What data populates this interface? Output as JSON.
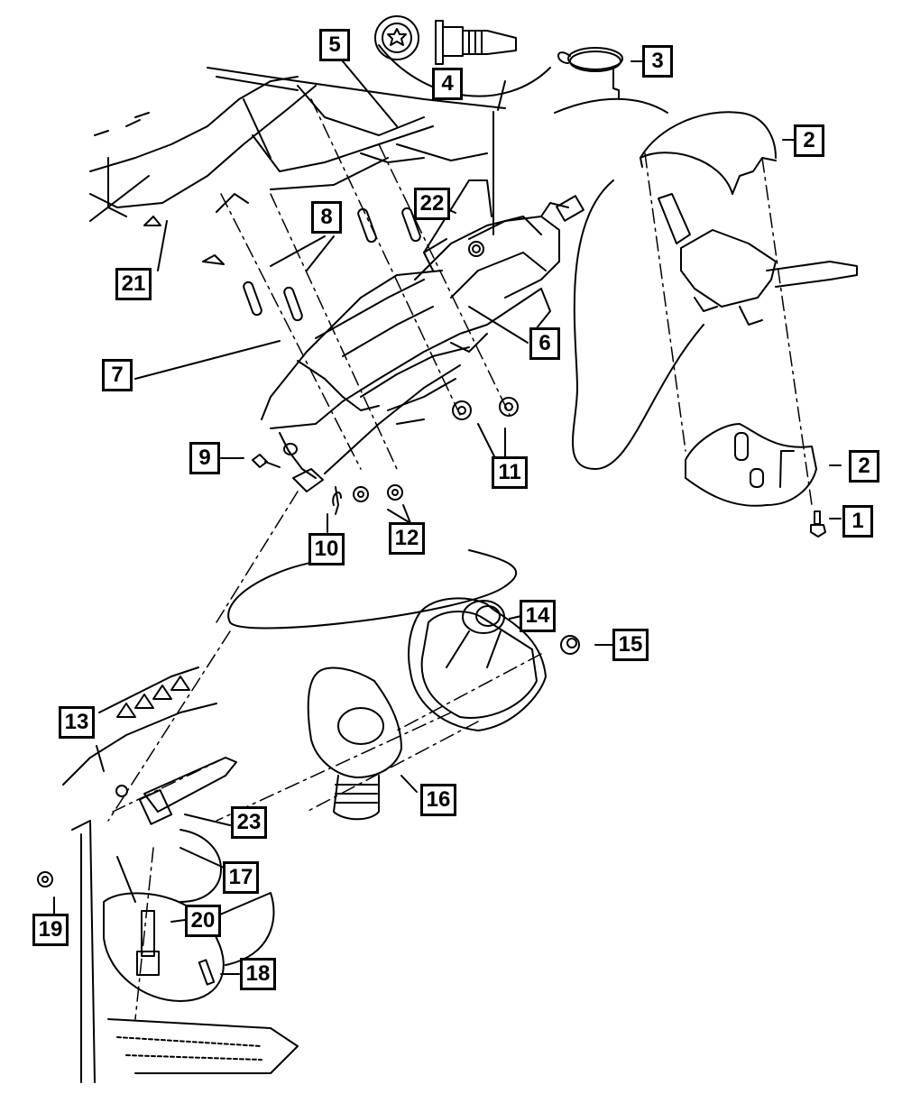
{
  "diagram": {
    "title": "Steering Column Assembly - Exploded Parts View",
    "colors": {
      "line": "#000000",
      "background": "#ffffff"
    },
    "callouts": [
      {
        "id": "1",
        "label": "1",
        "part": "screw"
      },
      {
        "id": "2a",
        "label": "2",
        "part": "upper-shroud"
      },
      {
        "id": "2b",
        "label": "2",
        "part": "lower-shroud"
      },
      {
        "id": "3",
        "label": "3",
        "part": "spring"
      },
      {
        "id": "4",
        "label": "4",
        "part": "lock-cylinder-and-bolt"
      },
      {
        "id": "5",
        "label": "5",
        "part": "bracket-detail"
      },
      {
        "id": "6",
        "label": "6",
        "part": "steering-column"
      },
      {
        "id": "7",
        "label": "7",
        "part": "column-support-bracket"
      },
      {
        "id": "8",
        "label": "8",
        "part": "studs"
      },
      {
        "id": "9",
        "label": "9",
        "part": "bolt"
      },
      {
        "id": "10",
        "label": "10",
        "part": "clip"
      },
      {
        "id": "11",
        "label": "11",
        "part": "nuts-upper"
      },
      {
        "id": "12",
        "label": "12",
        "part": "nuts-lower"
      },
      {
        "id": "13",
        "label": "13",
        "part": "stud-dash-panel"
      },
      {
        "id": "14",
        "label": "14",
        "part": "column-boot-seal"
      },
      {
        "id": "15",
        "label": "15",
        "part": "nut"
      },
      {
        "id": "16",
        "label": "16",
        "part": "dash-boot"
      },
      {
        "id": "17",
        "label": "17",
        "part": "coupler"
      },
      {
        "id": "18",
        "label": "18",
        "part": "pin"
      },
      {
        "id": "19",
        "label": "19",
        "part": "nut"
      },
      {
        "id": "20",
        "label": "20",
        "part": "intermediate-shaft"
      },
      {
        "id": "21",
        "label": "21",
        "part": "dash-panel-bracket"
      },
      {
        "id": "22",
        "label": "22",
        "part": "bracket"
      },
      {
        "id": "23",
        "label": "23",
        "part": "intermediate-shaft-upper"
      }
    ]
  }
}
